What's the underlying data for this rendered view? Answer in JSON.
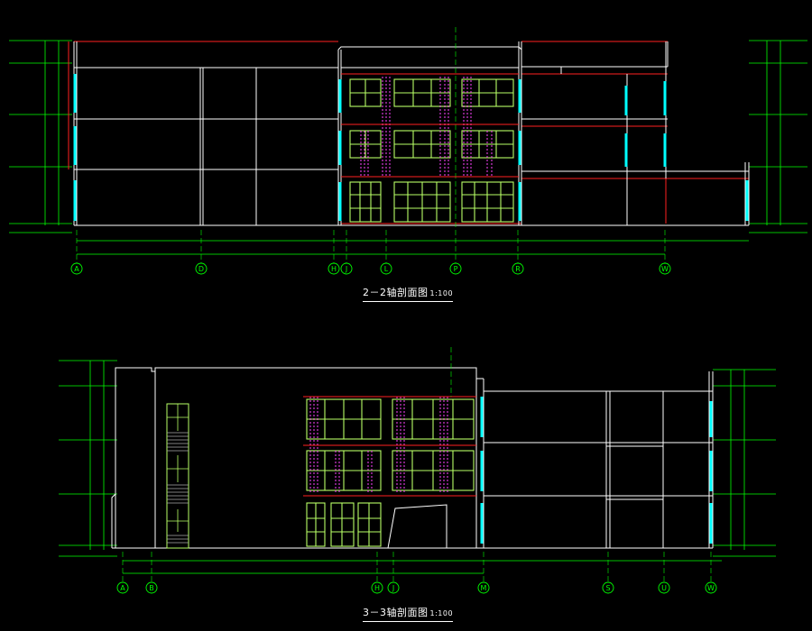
{
  "section_22": {
    "title": "2－2轴剖面图",
    "scale": "1:100",
    "axes": [
      "A",
      "D",
      "H",
      "J",
      "L",
      "P",
      "R",
      "W"
    ]
  },
  "section_33": {
    "title": "3－3轴剖面图",
    "scale": "1:100",
    "axes": [
      "A",
      "B",
      "H",
      "J",
      "M",
      "S",
      "U",
      "W"
    ]
  },
  "colors": {
    "background": "#000000",
    "wall": "#ffffff",
    "gridline": "#00ff00",
    "axis_bubble": "#00ff00",
    "window_frame": "#b8ff66",
    "curtain_pattern": "#ff44ff",
    "red_line": "#ff2020",
    "glass_edge": "#00ffff",
    "annotation": "#ffffff"
  },
  "icons": {
    "elevation_marker": "triangle-level-icon",
    "axis_bubble": "circle-axis-icon"
  }
}
